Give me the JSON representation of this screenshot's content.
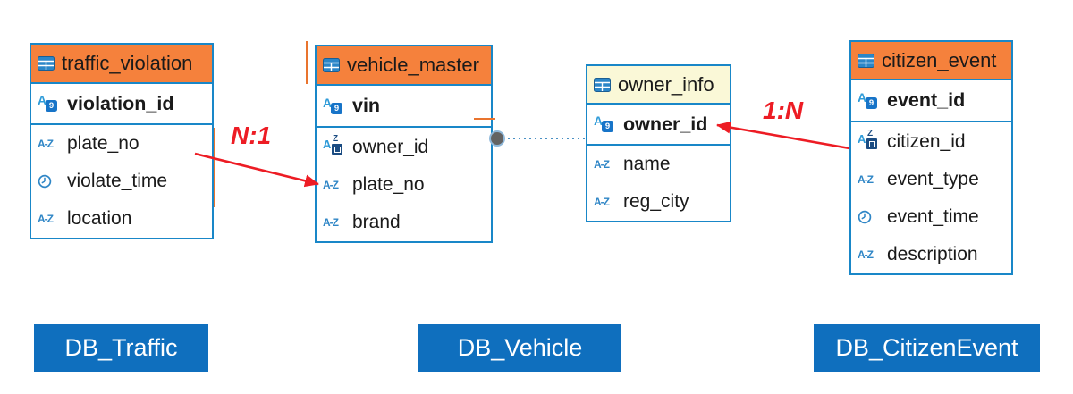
{
  "icons": {
    "table": "table-grid",
    "pk_letter": "A",
    "pk_badge": "9",
    "str": "A-Z",
    "fk_letter": "A",
    "fk_letter2": "Z"
  },
  "diagram": {
    "tables": [
      {
        "name": "traffic_violation",
        "fields": [
          {
            "name": "violation_id"
          },
          {
            "name": "plate_no"
          },
          {
            "name": "violate_time"
          },
          {
            "name": "location"
          }
        ]
      },
      {
        "name": "vehicle_master",
        "fields": [
          {
            "name": "vin"
          },
          {
            "name": "owner_id"
          },
          {
            "name": "plate_no"
          },
          {
            "name": "brand"
          }
        ]
      },
      {
        "name": "owner_info",
        "fields": [
          {
            "name": "owner_id"
          },
          {
            "name": "name"
          },
          {
            "name": "reg_city"
          }
        ]
      },
      {
        "name": "citizen_event",
        "fields": [
          {
            "name": "event_id"
          },
          {
            "name": "citizen_id"
          },
          {
            "name": "event_type"
          },
          {
            "name": "event_time"
          },
          {
            "name": "description"
          }
        ]
      }
    ],
    "relations": [
      {
        "label": "N:1"
      },
      {
        "label": "1:N"
      }
    ],
    "db_labels": [
      {
        "label": "DB_Traffic"
      },
      {
        "label": "DB_Vehicle"
      },
      {
        "label": "DB_CitizenEvent"
      }
    ],
    "colors": {
      "header_orange": "#F5813C",
      "header_cream": "#FAF8D7",
      "border_blue": "#1987C8",
      "db_blue": "#0F6FBE",
      "arrow_red": "#ED1C24",
      "icon_blue": "#2F86C6",
      "dot_gray": "#636363"
    }
  }
}
